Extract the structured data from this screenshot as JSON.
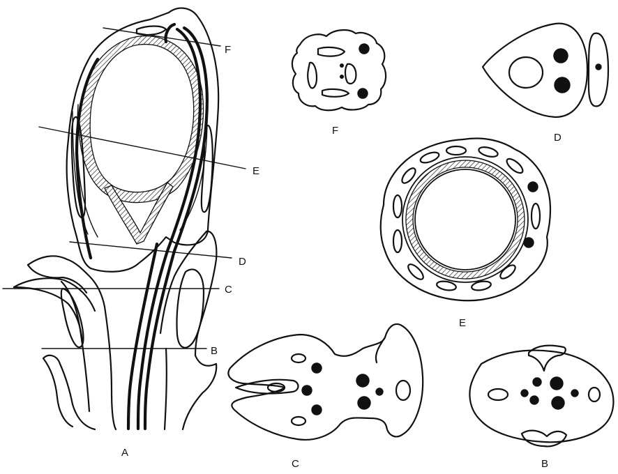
{
  "labels": {
    "A": "A",
    "B": "B",
    "C": "C",
    "D": "D",
    "E": "E",
    "F": "F"
  },
  "section_lines": {
    "F": "F",
    "E": "E",
    "D": "D",
    "C": "C",
    "B": "B"
  }
}
